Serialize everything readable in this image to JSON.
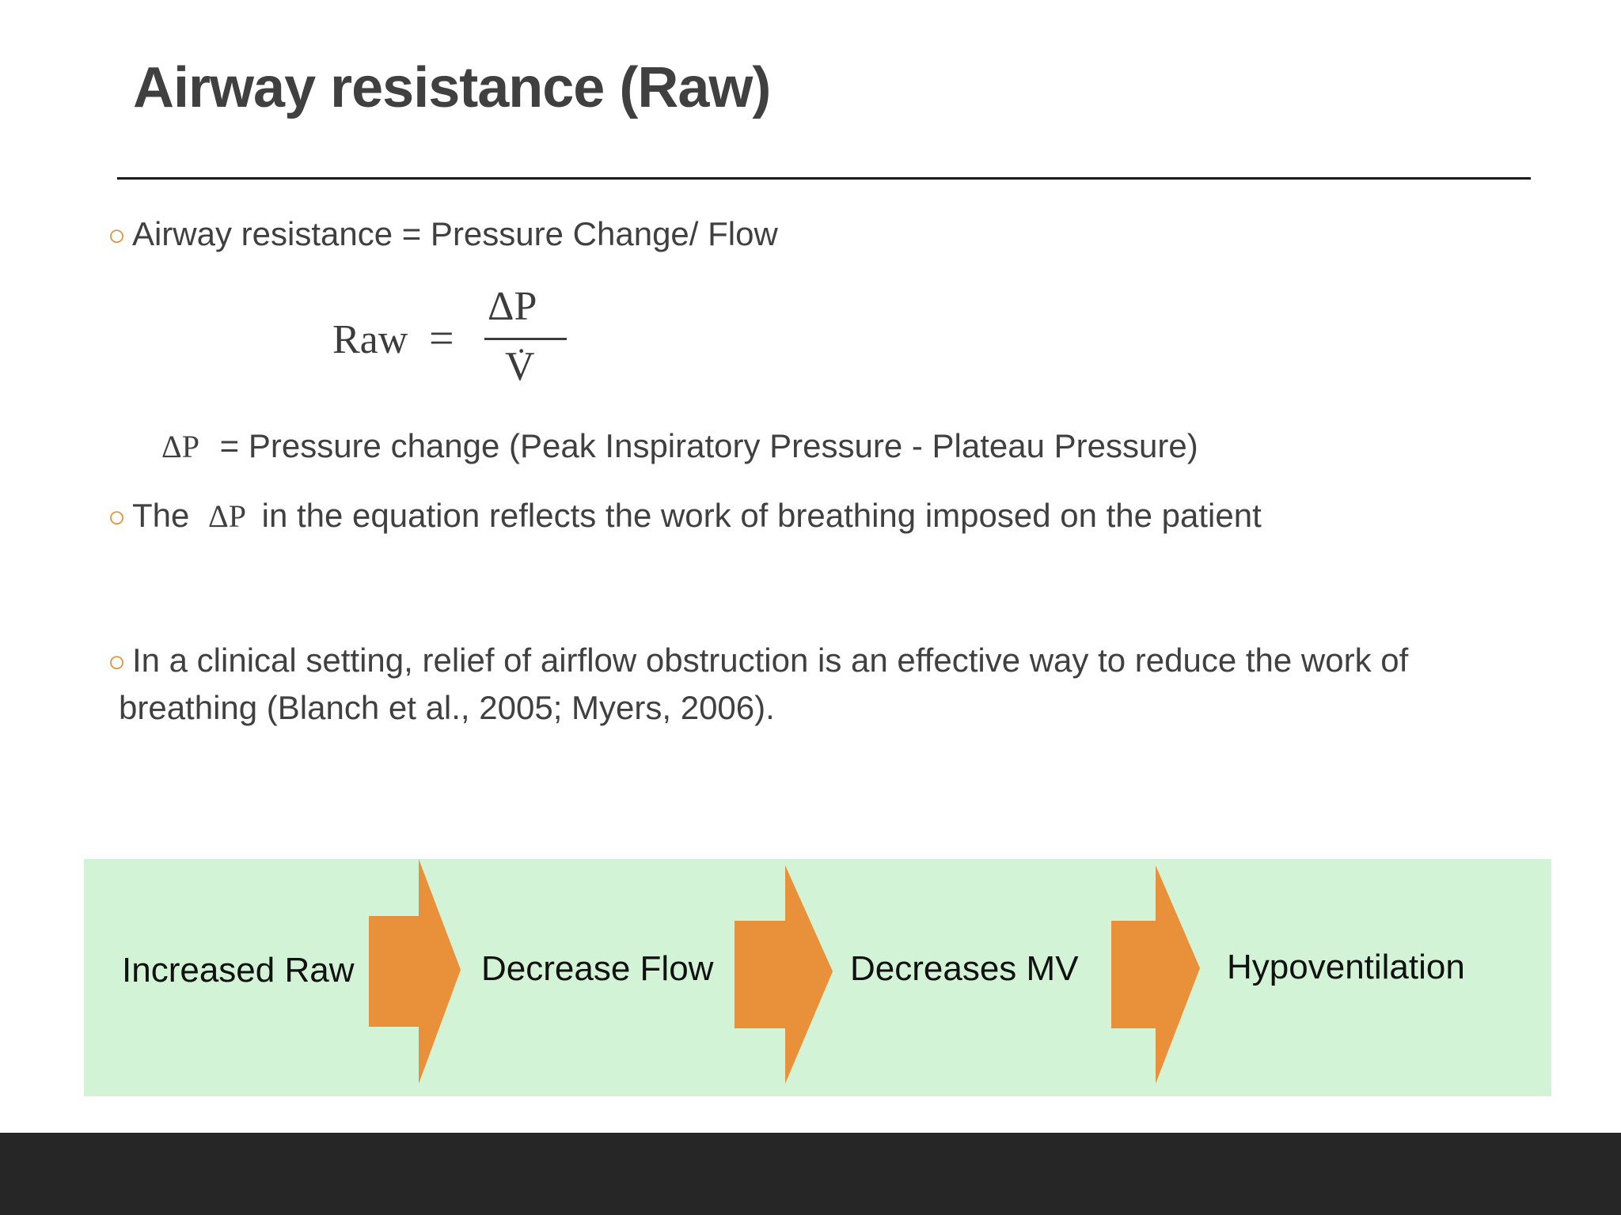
{
  "slide": {
    "title": "Airway resistance (Raw)"
  },
  "bullets": {
    "b1": "Airway resistance = Pressure Change/ Flow",
    "formula": {
      "lhs": "Raw",
      "eq": "=",
      "numerator": "ΔP",
      "denominator": "V",
      "dot": "·"
    },
    "delta_def_symbol": "ΔP",
    "delta_def_text": "= Pressure change (Peak Inspiratory Pressure - Plateau Pressure)",
    "b2_pre": "The",
    "b2_symbol": "ΔP",
    "b2_post": "in the equation reflects the work of breathing imposed on the patient",
    "b3_line1": "In a clinical setting, relief of airflow obstruction is an effective way to reduce the work of",
    "b3_line2": "breathing (Blanch et al., 2005; Myers, 2006)."
  },
  "flow": {
    "steps": [
      "Increased Raw",
      "Decrease Flow",
      "Decreases MV",
      "Hypoventilation"
    ]
  },
  "colors": {
    "accent_orange": "#e8903a",
    "band_green": "#d3f3d7",
    "title_gray": "#404040",
    "footer_dark": "#262626"
  },
  "icons": {
    "bullet": "hollow-circle-bullet"
  }
}
